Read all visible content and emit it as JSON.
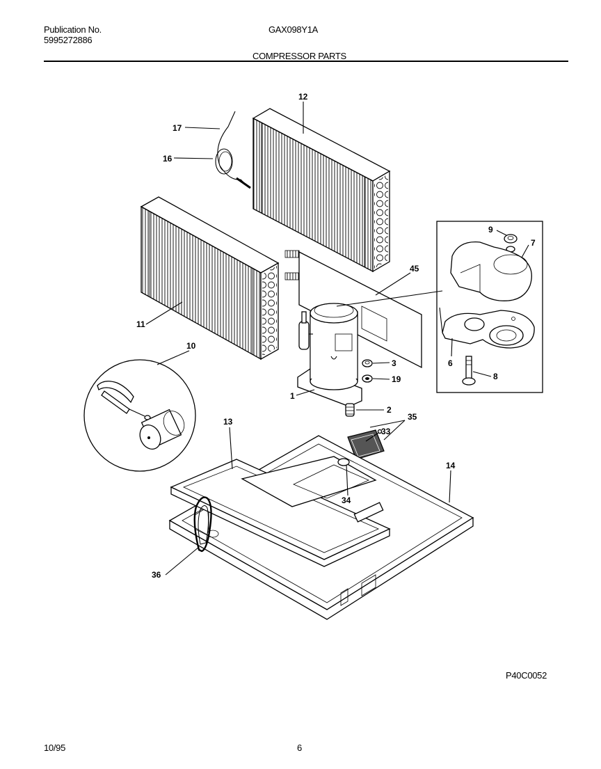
{
  "header": {
    "publication_label": "Publication No.",
    "publication_number": "5995272886",
    "model": "GAX098Y1A",
    "section_title": "COMPRESSOR PARTS"
  },
  "footer": {
    "date": "10/95",
    "page": "6",
    "diagram_code": "P40C0052"
  },
  "callouts": {
    "c1": "1",
    "c2": "2",
    "c3": "3",
    "c6": "6",
    "c7": "7",
    "c8": "8",
    "c9": "9",
    "c10": "10",
    "c11": "11",
    "c12": "12",
    "c13": "13",
    "c14": "14",
    "c16": "16",
    "c17": "17",
    "c19": "19",
    "c33": "33",
    "c34": "34",
    "c35": "35",
    "c36": "36",
    "c45": "45"
  }
}
